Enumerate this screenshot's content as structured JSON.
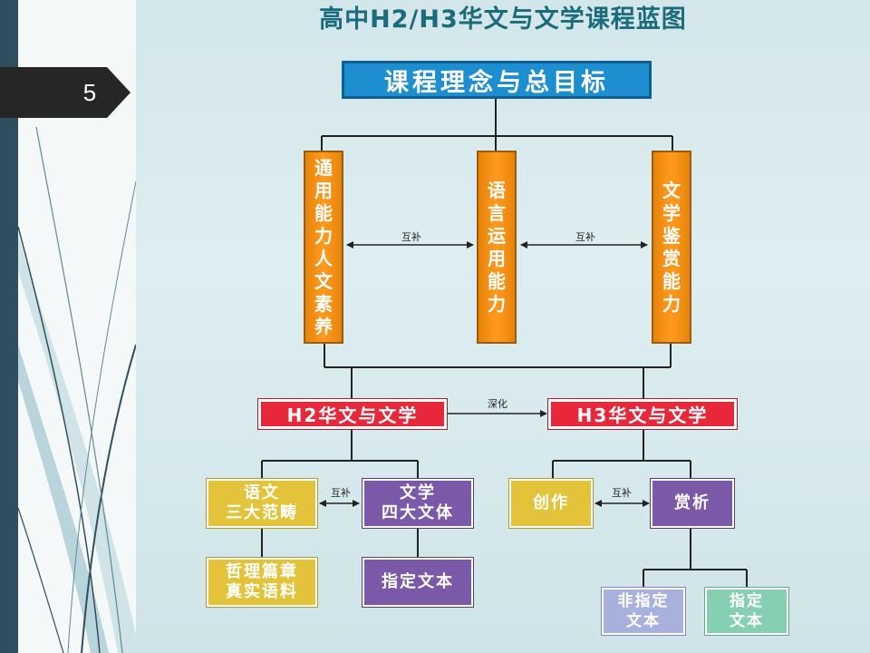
{
  "slide": {
    "number": "5"
  },
  "title": "高中H2/H3华文与文学课程蓝图",
  "colors": {
    "sidebar_dark": "#2f4f5f",
    "sidebar_light": "#f4f8f9",
    "panel_bg": "#d8eaec",
    "title_text": "#1a6b7c",
    "blue_box": "#1d8fd0",
    "orange_box": "#f7911a",
    "red_box": "#e8283a",
    "yellow_box": "#e2c33a",
    "purple_box": "#7a5aa8",
    "lavender_box": "#a8b0dc",
    "green_box": "#86cfb2"
  },
  "diagram": {
    "top": "课程理念与总目标",
    "pillars": [
      {
        "label": "通用能力人文素养"
      },
      {
        "label": "语言运用能力"
      },
      {
        "label": "文学鉴赏能力"
      }
    ],
    "pillar_relations": [
      "互补",
      "互补"
    ],
    "courses": {
      "h2": "H2华文与文学",
      "h3": "H3华文与文学",
      "relation": "深化"
    },
    "h2_branch": {
      "left": "语文\n三大范畴",
      "right": "文学\n四大文体",
      "relation": "互补",
      "left_child": "哲理篇章\n真实语料",
      "right_child": "指定文本"
    },
    "h3_branch": {
      "left": "创作",
      "right": "赏析",
      "relation": "互补",
      "children": [
        "非指定\n文本",
        "指定\n文本"
      ]
    }
  }
}
